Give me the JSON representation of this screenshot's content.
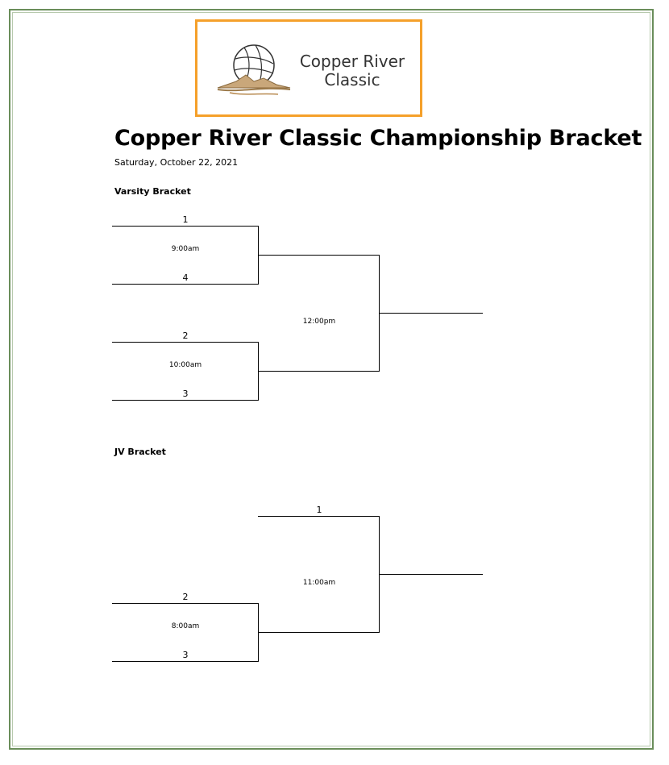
{
  "logo": {
    "line1": "Copper River",
    "line2": "Classic"
  },
  "document": {
    "title": "Copper River Classic Championship Bracket",
    "date": "Saturday, October 22, 2021"
  },
  "varsity": {
    "heading": "Varsity Bracket",
    "match1": {
      "seed_top": "1",
      "seed_bottom": "4",
      "time": "9:00am"
    },
    "match2": {
      "seed_top": "2",
      "seed_bottom": "3",
      "time": "10:00am"
    },
    "final": {
      "time": "12:00pm"
    }
  },
  "jv": {
    "heading": "JV Bracket",
    "bye_seed": "1",
    "match1": {
      "seed_top": "2",
      "seed_bottom": "3",
      "time": "8:00am"
    },
    "final": {
      "time": "11:00am"
    }
  }
}
